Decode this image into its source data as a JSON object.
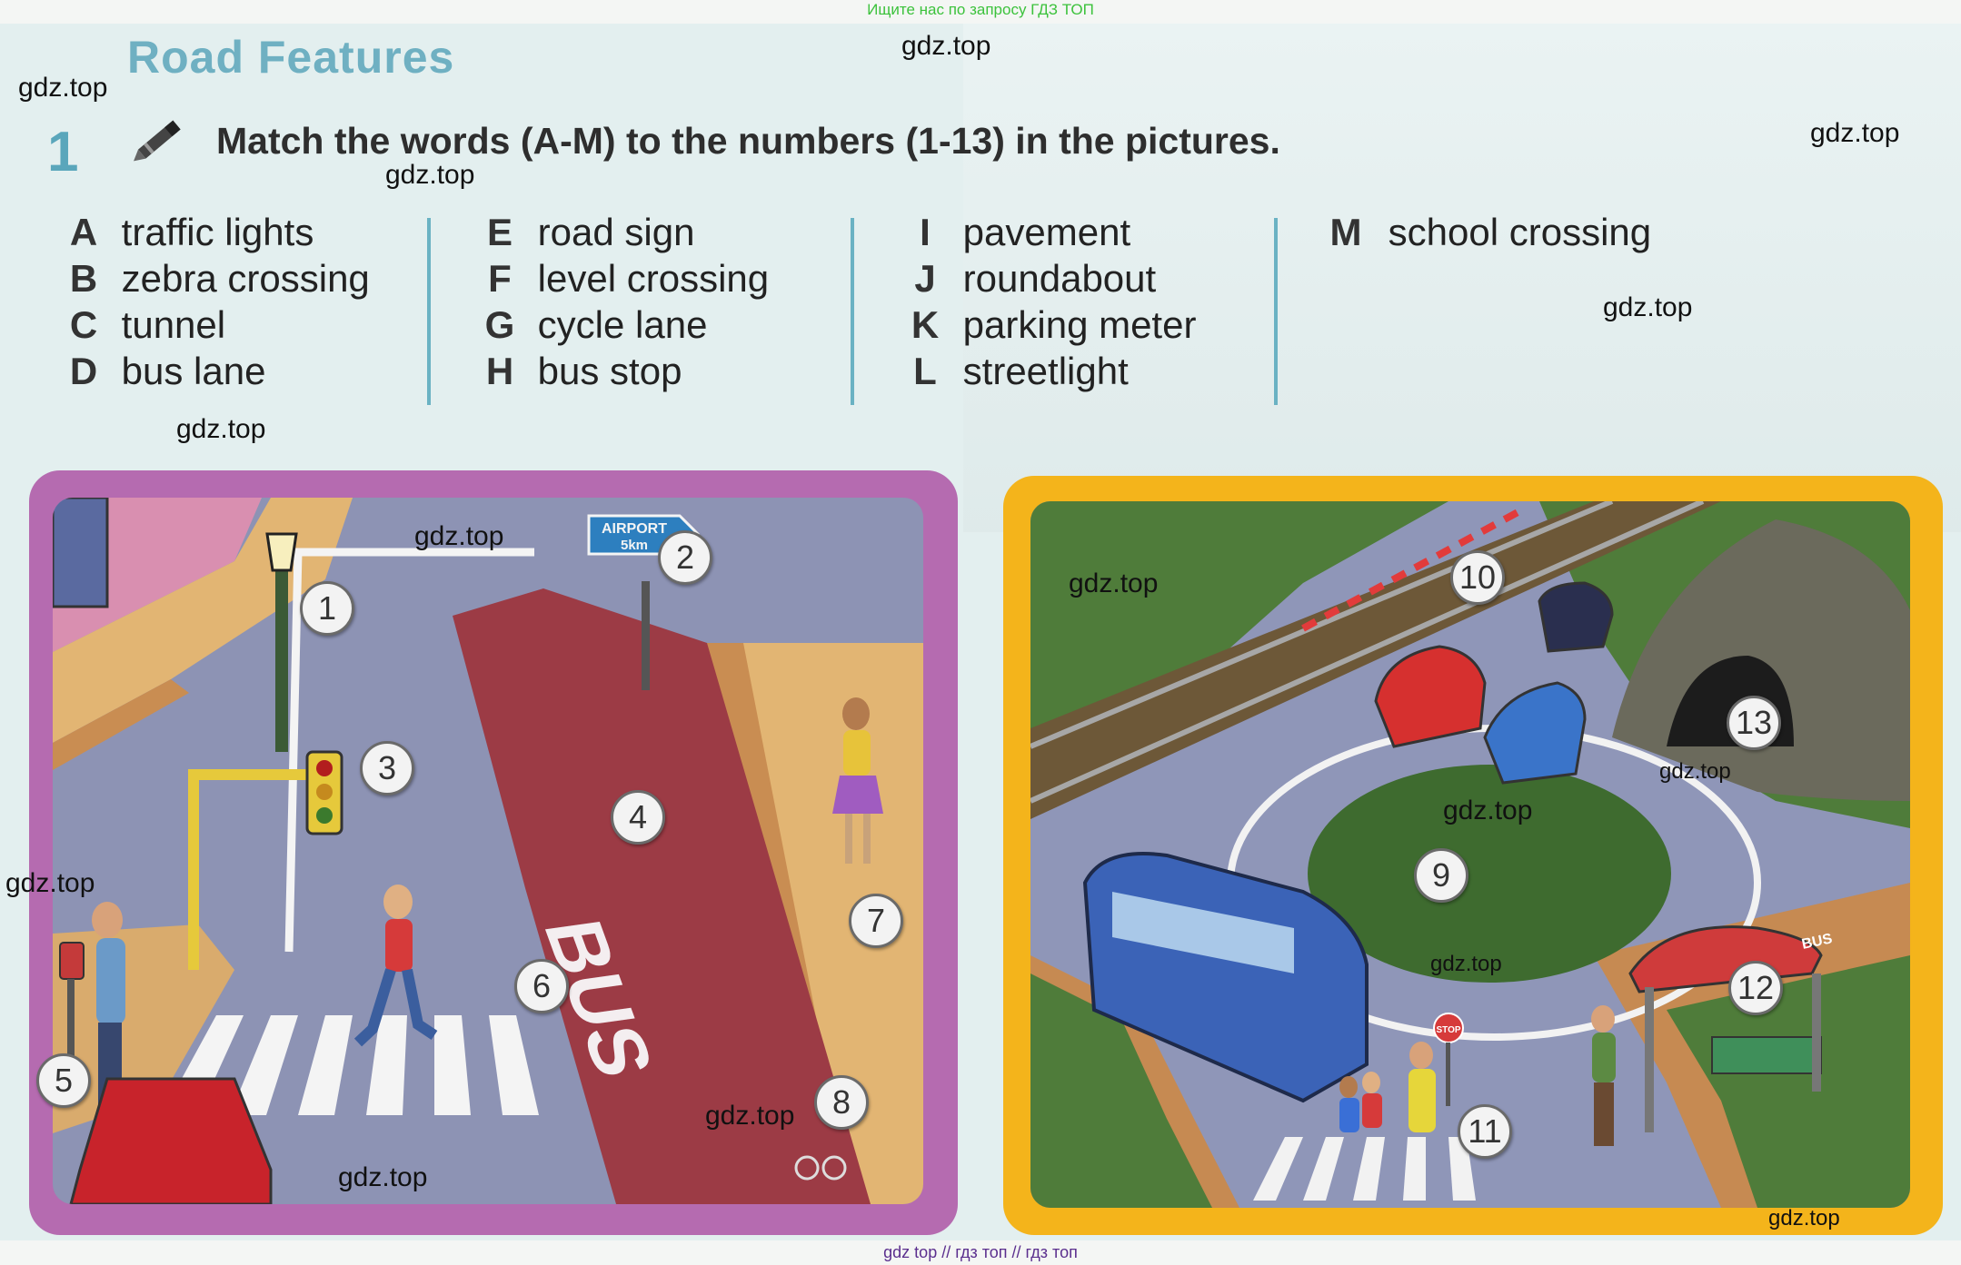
{
  "banners": {
    "top": "Ищите нас по запросу ГДЗ ТОП",
    "bottom": "gdz top  //  гдз топ  //  гдз топ"
  },
  "watermark": "gdz.top",
  "section_title": "Road Features",
  "exercise": {
    "number": "1",
    "icon": "pencil-icon",
    "instruction": "Match the words (A-M) to the numbers (1-13) in the pictures."
  },
  "word_columns": [
    [
      {
        "letter": "A",
        "word": "traffic lights"
      },
      {
        "letter": "B",
        "word": "zebra crossing"
      },
      {
        "letter": "C",
        "word": "tunnel"
      },
      {
        "letter": "D",
        "word": "bus lane"
      }
    ],
    [
      {
        "letter": "E",
        "word": "road sign"
      },
      {
        "letter": "F",
        "word": "level crossing"
      },
      {
        "letter": "G",
        "word": "cycle lane"
      },
      {
        "letter": "H",
        "word": "bus stop"
      }
    ],
    [
      {
        "letter": "I",
        "word": "pavement"
      },
      {
        "letter": "J",
        "word": "roundabout"
      },
      {
        "letter": "K",
        "word": "parking meter"
      },
      {
        "letter": "L",
        "word": "streetlight"
      }
    ],
    [
      {
        "letter": "M",
        "word": "school crossing"
      }
    ]
  ],
  "left_picture": {
    "sign_text": [
      "AIRPORT",
      "5km"
    ],
    "road_text": "BUS",
    "numbers": [
      "1",
      "2",
      "3",
      "4",
      "5",
      "6",
      "7",
      "8"
    ]
  },
  "right_picture": {
    "bus_stop_text": "BUS",
    "stop_sign_text": "STOP",
    "numbers": [
      "9",
      "10",
      "11",
      "12",
      "13"
    ]
  },
  "colors": {
    "title": "#6fb0c2",
    "left_frame": "#b56bb0",
    "right_frame": "#f4b41b",
    "separator": "#6ab2c3"
  }
}
